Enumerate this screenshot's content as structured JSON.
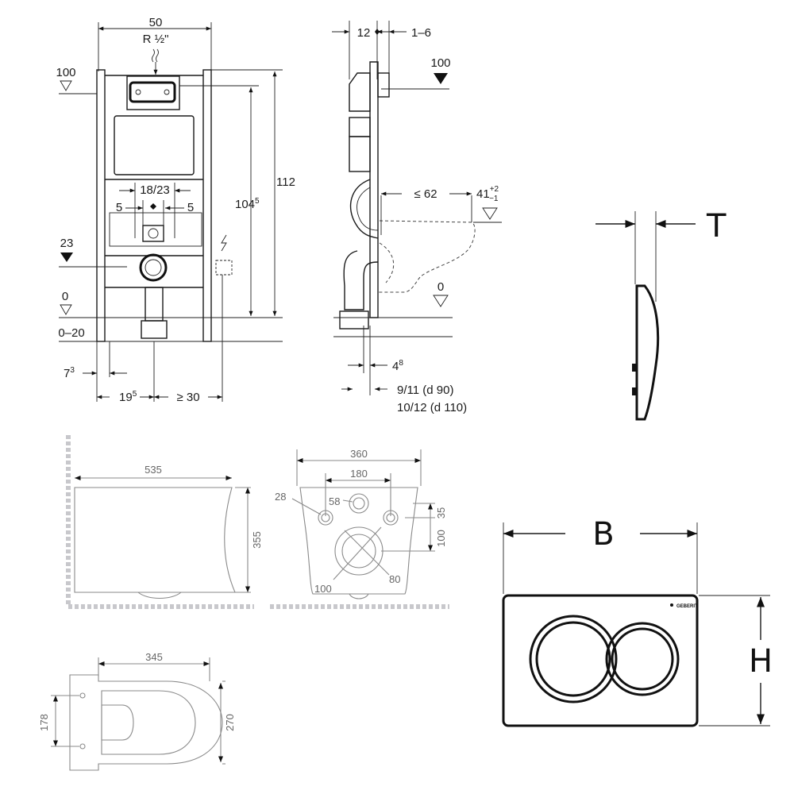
{
  "frame_top": {
    "width": "50",
    "thread": "R ½\"",
    "level_100_left": "100",
    "level_23": "23",
    "level_0_left": "0",
    "range_0_20": "0–20",
    "height_112": "112",
    "height_104": "104",
    "height_104_sup": "5",
    "spacing_18_23": "18/23",
    "offset_5_left": "5",
    "offset_5_right": "5",
    "dim_7": "7",
    "dim_7_sup": "3",
    "dim_19": "19",
    "dim_19_sup": "5",
    "dim_30": "≥ 30"
  },
  "frame_side": {
    "dim_12": "12",
    "dim_1_6": "1–6",
    "level_100": "100",
    "dim_62": "≤ 62",
    "dim_41": "41",
    "dim_41_sup": "+2",
    "dim_41_sub": "−1",
    "level_0": "0",
    "dim_4": "4",
    "dim_4_sup": "8",
    "pipe_1": "9/11  (d 90)",
    "pipe_2": "10/12 (d 110)"
  },
  "flush_plate_side": {
    "label_t": "T"
  },
  "bowl_side": {
    "length": "535",
    "height": "355"
  },
  "bowl_back": {
    "width": "360",
    "hole_spacing": "180",
    "bolt_hole": "28",
    "inlet": "58",
    "dim_35": "35",
    "dim_100": "100",
    "outlet_outer": "100",
    "outlet_inner": "80"
  },
  "bowl_top": {
    "length": "345",
    "width": "270",
    "bolt_spacing": "178"
  },
  "flush_plate_front": {
    "label_b": "B",
    "label_h": "H",
    "brand": "GEBERIT"
  }
}
